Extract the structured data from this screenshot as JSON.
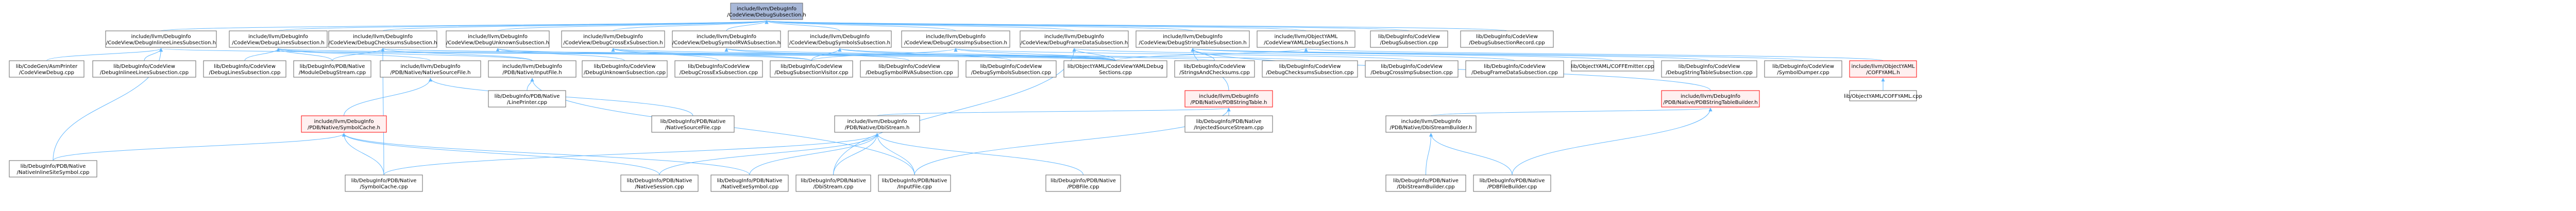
{
  "graph": {
    "root": "include/llvm/DebugInfo/CodeView/DebugSubsection.h",
    "colors": {
      "root_fill": "#a8b8d8",
      "node_fill": "#ffffff",
      "node_border": "#666666",
      "highlight_border": "#ff0000",
      "highlight_fill": "#fff0f0",
      "edge": "#63b8ff"
    },
    "nodes": [
      {
        "id": "root",
        "lines": [
          "include/llvm/DebugInfo",
          "/CodeView/DebugSubsection.h"
        ],
        "kind": "root"
      },
      {
        "id": "inlinees",
        "lines": [
          "include/llvm/DebugInfo",
          "/CodeView/DebugInlineeLinesSubsection.h"
        ]
      },
      {
        "id": "lines",
        "lines": [
          "include/llvm/DebugInfo",
          "/CodeView/DebugLinesSubsection.h"
        ]
      },
      {
        "id": "checksums",
        "lines": [
          "include/llvm/DebugInfo",
          "/CodeView/DebugChecksumsSubsection.h"
        ]
      },
      {
        "id": "unknown",
        "lines": [
          "include/llvm/DebugInfo",
          "/CodeView/DebugUnknownSubsection.h"
        ]
      },
      {
        "id": "crossex",
        "lines": [
          "include/llvm/DebugInfo",
          "/CodeView/DebugCrossExSubsection.h"
        ]
      },
      {
        "id": "symbolrva",
        "lines": [
          "include/llvm/DebugInfo",
          "/CodeView/DebugSymbolRVASubsection.h"
        ]
      },
      {
        "id": "symbols",
        "lines": [
          "include/llvm/DebugInfo",
          "/CodeView/DebugSymbolsSubsection.h"
        ]
      },
      {
        "id": "crossimp",
        "lines": [
          "include/llvm/DebugInfo",
          "/CodeView/DebugCrossImpSubsection.h"
        ]
      },
      {
        "id": "framedata",
        "lines": [
          "include/llvm/DebugInfo",
          "/CodeView/DebugFrameDataSubsection.h"
        ]
      },
      {
        "id": "stringtable",
        "lines": [
          "include/llvm/DebugInfo",
          "/CodeView/DebugStringTableSubsection.h"
        ]
      },
      {
        "id": "yamlsections",
        "lines": [
          "include/llvm/ObjectYAML",
          "/CodeViewYAMLDebugSections.h"
        ]
      },
      {
        "id": "subsection_cpp",
        "lines": [
          "lib/DebugInfo/CodeView",
          "/DebugSubsection.cpp"
        ]
      },
      {
        "id": "subsectionrecord_cpp",
        "lines": [
          "lib/DebugInfo/CodeView",
          "/DebugSubsectionRecord.cpp"
        ]
      },
      {
        "id": "codegen_cvdebug",
        "lines": [
          "lib/CodeGen/AsmPrinter",
          "/CodeViewDebug.cpp"
        ]
      },
      {
        "id": "inlinees_cpp",
        "lines": [
          "lib/DebugInfo/CodeView",
          "/DebugInlineeLinesSubsection.cpp"
        ]
      },
      {
        "id": "lines_cpp",
        "lines": [
          "lib/DebugInfo/CodeView",
          "/DebugLinesSubsection.cpp"
        ]
      },
      {
        "id": "pdb_modstream",
        "lines": [
          "lib/DebugInfo/PDB/Native",
          "/ModuleDebugStream.cpp"
        ]
      },
      {
        "id": "pdb_nativesourcefile_h",
        "lines": [
          "include/llvm/DebugInfo",
          "/PDB/Native/NativeSourceFile.h"
        ]
      },
      {
        "id": "pdb_inputfile_h",
        "lines": [
          "include/llvm/DebugInfo",
          "/PDB/Native/InputFile.h"
        ]
      },
      {
        "id": "unknown_cpp",
        "lines": [
          "lib/DebugInfo/CodeView",
          "/DebugUnknownSubsection.cpp"
        ]
      },
      {
        "id": "crossex_cpp",
        "lines": [
          "lib/DebugInfo/CodeView",
          "/DebugCrossExSubsection.cpp"
        ]
      },
      {
        "id": "visitor_cpp",
        "lines": [
          "lib/DebugInfo/CodeView",
          "/DebugSubsectionVisitor.cpp"
        ]
      },
      {
        "id": "symbolrva_cpp",
        "lines": [
          "lib/DebugInfo/CodeView",
          "/DebugSymbolRVASubsection.cpp"
        ]
      },
      {
        "id": "symbols_cpp",
        "lines": [
          "lib/DebugInfo/CodeView",
          "/DebugSymbolsSubsection.cpp"
        ]
      },
      {
        "id": "yamlsections_cpp",
        "lines": [
          "lib/ObjectYAML/CodeViewYAMLDebug",
          "Sections.cpp"
        ]
      },
      {
        "id": "stringsandchecksums_cpp",
        "lines": [
          "lib/DebugInfo/CodeView",
          "/StringsAndChecksums.cpp"
        ]
      },
      {
        "id": "checksums_cpp",
        "lines": [
          "lib/DebugInfo/CodeView",
          "/DebugChecksumsSubsection.cpp"
        ]
      },
      {
        "id": "crossimp_cpp",
        "lines": [
          "lib/DebugInfo/CodeView",
          "/DebugCrossImpSubsection.cpp"
        ]
      },
      {
        "id": "framedata_cpp",
        "lines": [
          "lib/DebugInfo/CodeView",
          "/DebugFrameDataSubsection.cpp"
        ]
      },
      {
        "id": "pdb_pdbstringtable_h",
        "lines": [
          "include/llvm/DebugInfo",
          "/PDB/Native/PDBStringTable.h"
        ],
        "kind": "highlight"
      },
      {
        "id": "coff_yaml_cpp",
        "lines": [
          "lib/ObjectYAML/COFFYAML.cpp"
        ]
      },
      {
        "id": "stringtable_cpp",
        "lines": [
          "lib/DebugInfo/CodeView",
          "/DebugStringTableSubsection.cpp"
        ]
      },
      {
        "id": "pdb_stringtablebuilder_h",
        "lines": [
          "include/llvm/DebugInfo",
          "/PDB/Native/PDBStringTableBuilder.h"
        ],
        "kind": "highlight"
      },
      {
        "id": "symboldumper_cpp",
        "lines": [
          "lib/DebugInfo/CodeView",
          "/SymbolDumper.cpp"
        ]
      },
      {
        "id": "coff_yaml_h",
        "lines": [
          "include/llvm/ObjectYAML",
          "/COFFYAML.h"
        ],
        "kind": "highlight"
      },
      {
        "id": "pdb_symbolcache_h",
        "lines": [
          "include/llvm/DebugInfo",
          "/PDB/Native/SymbolCache.h"
        ],
        "kind": "highlight"
      },
      {
        "id": "pdb_linenumbers_cpp",
        "lines": [
          "lib/DebugInfo/PDB/Native",
          "/LinePrinter.cpp"
        ]
      },
      {
        "id": "pdb_nativesourcefile_cpp",
        "lines": [
          "lib/DebugInfo/PDB/Native",
          "/NativeSourceFile.cpp"
        ]
      },
      {
        "id": "pdb_dbistream_h",
        "lines": [
          "include/llvm/DebugInfo",
          "/PDB/Native/DbiStream.h"
        ]
      },
      {
        "id": "pdb_injectedsource_cpp",
        "lines": [
          "lib/DebugInfo/PDB/Native",
          "/InjectedSourceStream.cpp"
        ]
      },
      {
        "id": "pdb_dbistreambuilder_h",
        "lines": [
          "include/llvm/DebugInfo",
          "/PDB/Native/DbiStreamBuilder.h"
        ]
      },
      {
        "id": "pdb_nativeinlinesite_cpp",
        "lines": [
          "lib/DebugInfo/PDB/Native",
          "/NativeInlineSiteSymbol.cpp"
        ]
      },
      {
        "id": "pdb_symbolcache_cpp",
        "lines": [
          "lib/DebugInfo/PDB/Native",
          "/SymbolCache.cpp"
        ]
      },
      {
        "id": "pdb_nativesession_cpp",
        "lines": [
          "lib/DebugInfo/PDB/Native",
          "/NativeSession.cpp"
        ]
      },
      {
        "id": "pdb_nativeexe_cpp",
        "lines": [
          "lib/DebugInfo/PDB/Native",
          "/NativeExeSymbol.cpp"
        ]
      },
      {
        "id": "pdb_dbistream_cpp",
        "lines": [
          "lib/DebugInfo/PDB/Native",
          "/DbiStream.cpp"
        ]
      },
      {
        "id": "pdb_inputfile_cpp",
        "lines": [
          "lib/DebugInfo/PDB/Native",
          "/InputFile.cpp"
        ]
      },
      {
        "id": "pdb_pdbfile_cpp",
        "lines": [
          "lib/DebugInfo/PDB/Native",
          "/PDBFile.cpp"
        ]
      },
      {
        "id": "pdb_dbistreambuilder_cpp",
        "lines": [
          "lib/DebugInfo/PDB/Native",
          "/DbiStreamBuilder.cpp"
        ]
      },
      {
        "id": "pdb_pdbfilebuilder_cpp",
        "lines": [
          "lib/DebugInfo/PDB/Native",
          "/PDBFileBuilder.cpp"
        ]
      },
      {
        "id": "objectyaml_coff_cpp",
        "lines": [
          "lib/ObjectYAML/COFFEmitter.cpp"
        ]
      }
    ]
  }
}
